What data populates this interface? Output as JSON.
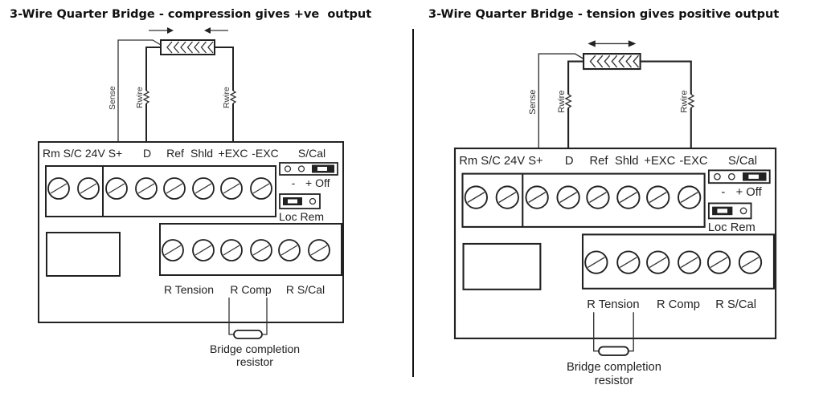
{
  "panels": [
    {
      "title": "3-Wire Quarter Bridge - compression gives +ve  output",
      "strain_arrows": "inward",
      "excitation_terminal": "+EXC",
      "completion_resistor_terminal": "R Comp"
    },
    {
      "title": "3-Wire Quarter Bridge - tension gives positive output",
      "strain_arrows": "double-headed",
      "excitation_terminal": "-EXC",
      "completion_resistor_terminal": "R Tension"
    }
  ],
  "labels": {
    "sense": "Sense",
    "rwire": "Rwire",
    "top_terminals": [
      "Rm S/C 24V S+",
      "D",
      "Ref",
      "Shld",
      "+EXC",
      "-EXC"
    ],
    "scal": "S/Cal",
    "scal_minus": "-",
    "scal_plus_off": "+ Off",
    "loc_rem": "Loc Rem",
    "bottom_terminals": [
      "R Tension",
      "R Comp",
      "R S/Cal"
    ],
    "caption_line1": "Bridge completion",
    "caption_line2": "resistor"
  }
}
